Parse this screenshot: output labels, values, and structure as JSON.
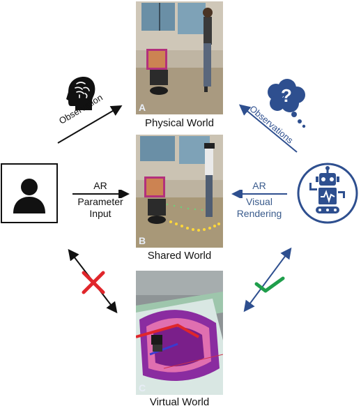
{
  "panels": {
    "physical": {
      "badge": "A",
      "caption": "Physical World"
    },
    "shared": {
      "badge": "B",
      "caption": "Shared World"
    },
    "virtual": {
      "badge": "C",
      "caption": "Virtual World"
    }
  },
  "human_to_physical": {
    "label": "Observation"
  },
  "robot_to_physical": {
    "label": "Observations"
  },
  "human_to_shared": {
    "line1": "AR",
    "line2": "Parameter",
    "line3": "Input"
  },
  "robot_to_shared": {
    "line1": "AR",
    "line2": "Visual",
    "line3": "Rendering"
  },
  "colors": {
    "dark": "#111111",
    "robot_blue": "#2e4f8f",
    "robot_text_blue": "#3a5b8c",
    "cross_red": "#e0262b",
    "check_green": "#1f9e4b"
  },
  "icons": {
    "human_brain": "head-brain-icon",
    "person": "person-icon",
    "thought_bubble": "thought-bubble-question-icon",
    "robot": "robot-icon",
    "cross": "cross-icon",
    "check": "checkmark-icon"
  }
}
